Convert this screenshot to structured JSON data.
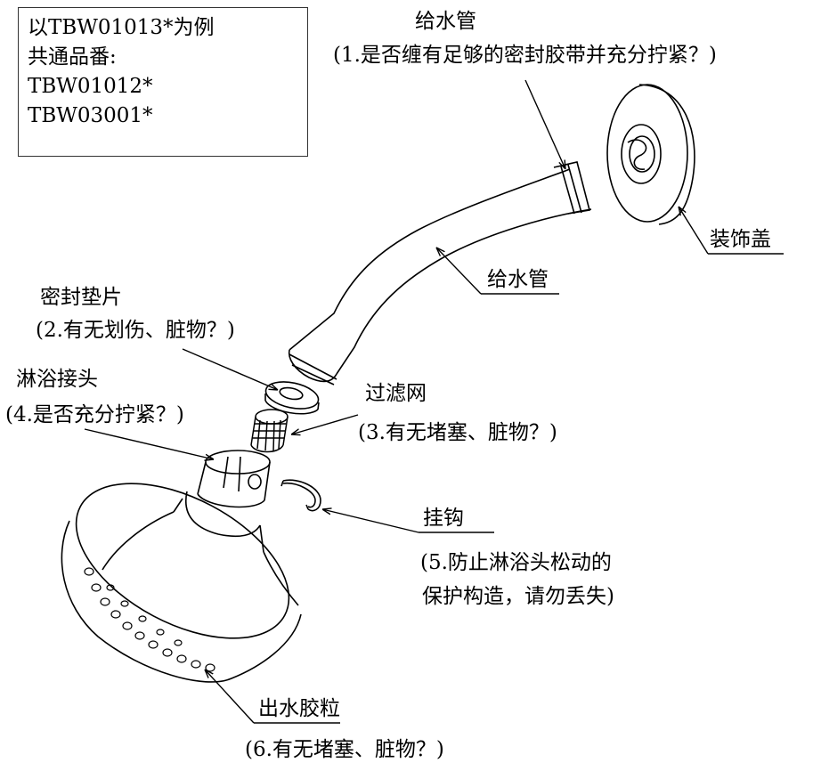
{
  "info_box": {
    "lines": [
      "以TBW01013*为例",
      "共通品番:",
      "TBW01012*",
      "TBW03001*"
    ]
  },
  "parts": {
    "supply_pipe_top": {
      "name": "给水管",
      "check": "(1.是否缠有足够的密封胶带并充分拧紧？)"
    },
    "supply_pipe_side": {
      "name": "给水管"
    },
    "cover": {
      "name": "装饰盖"
    },
    "gasket": {
      "name": "密封垫片",
      "check": "(2.有无划伤、脏物？)"
    },
    "shower_connector": {
      "name": "淋浴接头",
      "check": "(4.是否充分拧紧？)"
    },
    "filter": {
      "name": "过滤网",
      "check": "(3.有无堵塞、脏物？)"
    },
    "hook": {
      "name": "挂钩",
      "check_line1": "(5.防止淋浴头松动的",
      "check_line2": "保护构造，请勿丢失)"
    },
    "nozzles": {
      "name": "出水胶粒",
      "check": "(6.有无堵塞、脏物？)"
    }
  },
  "colors": {
    "line": "#000000",
    "background": "#ffffff"
  }
}
